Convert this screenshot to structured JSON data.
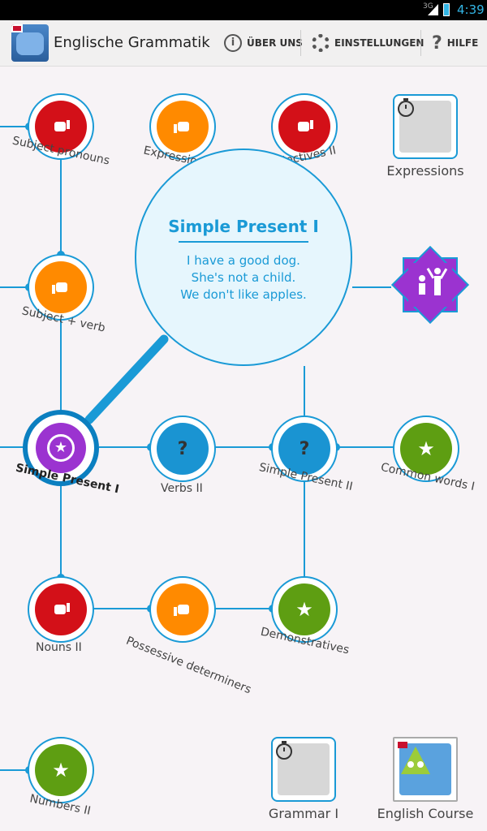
{
  "status_bar": {
    "network": "3G",
    "time": "4:39"
  },
  "action_bar": {
    "title": "Englische Grammatik",
    "about_label": "ÜBER UNS",
    "settings_label": "EINSTELLUNGEN",
    "help_label": "HILFE"
  },
  "popup": {
    "title": "Simple Present I",
    "examples": [
      "I have a good dog.",
      "She's not a child.",
      "We don't like apples."
    ]
  },
  "nodes": {
    "subject_pronouns": {
      "label": "Subject pronouns",
      "status": "thumbs-down",
      "color": "#d31018"
    },
    "expressions_partial": {
      "label": "Expressions",
      "status": "thumbs-up",
      "color": "#ff8a00"
    },
    "adjectives_partial": {
      "label": "Adjectives II",
      "status": "thumbs-down",
      "color": "#d31018"
    },
    "subject_verb": {
      "label": "Subject + verb",
      "status": "thumbs-up",
      "color": "#ff8a00"
    },
    "simple_present_1": {
      "label": "Simple Present I",
      "status": "star",
      "color": "#9b33d0"
    },
    "verbs_2": {
      "label": "Verbs II",
      "status": "question",
      "color": "#1a94d2"
    },
    "simple_present_2": {
      "label": "Simple Present II",
      "status": "question",
      "color": "#1a94d2"
    },
    "common_words_1": {
      "label": "Common words I",
      "status": "star",
      "color": "#5e9e12"
    },
    "nouns_2": {
      "label": "Nouns II",
      "status": "thumbs-down",
      "color": "#d31018"
    },
    "possessive_determiners": {
      "label": "Possessive determiners",
      "status": "thumbs-up",
      "color": "#ff8a00"
    },
    "demonstratives": {
      "label": "Demonstratives",
      "status": "star",
      "color": "#5e9e12"
    },
    "numbers_2": {
      "label": "Numbers II",
      "status": "star",
      "color": "#5e9e12"
    }
  },
  "squares": {
    "expressions": {
      "label": "Expressions",
      "icon": "stopwatch-icon"
    },
    "grammar_1": {
      "label": "Grammar I",
      "icon": "stopwatch-icon"
    },
    "english_course": {
      "label": "English Course",
      "icon": "monster-app-icon"
    }
  },
  "badge": {
    "icon": "people-celebrating-icon",
    "color": "#9b33d0"
  },
  "colors": {
    "accent": "#1a9ad6",
    "red": "#d31018",
    "orange": "#ff8a00",
    "green": "#5e9e12",
    "purple": "#9b33d0"
  }
}
